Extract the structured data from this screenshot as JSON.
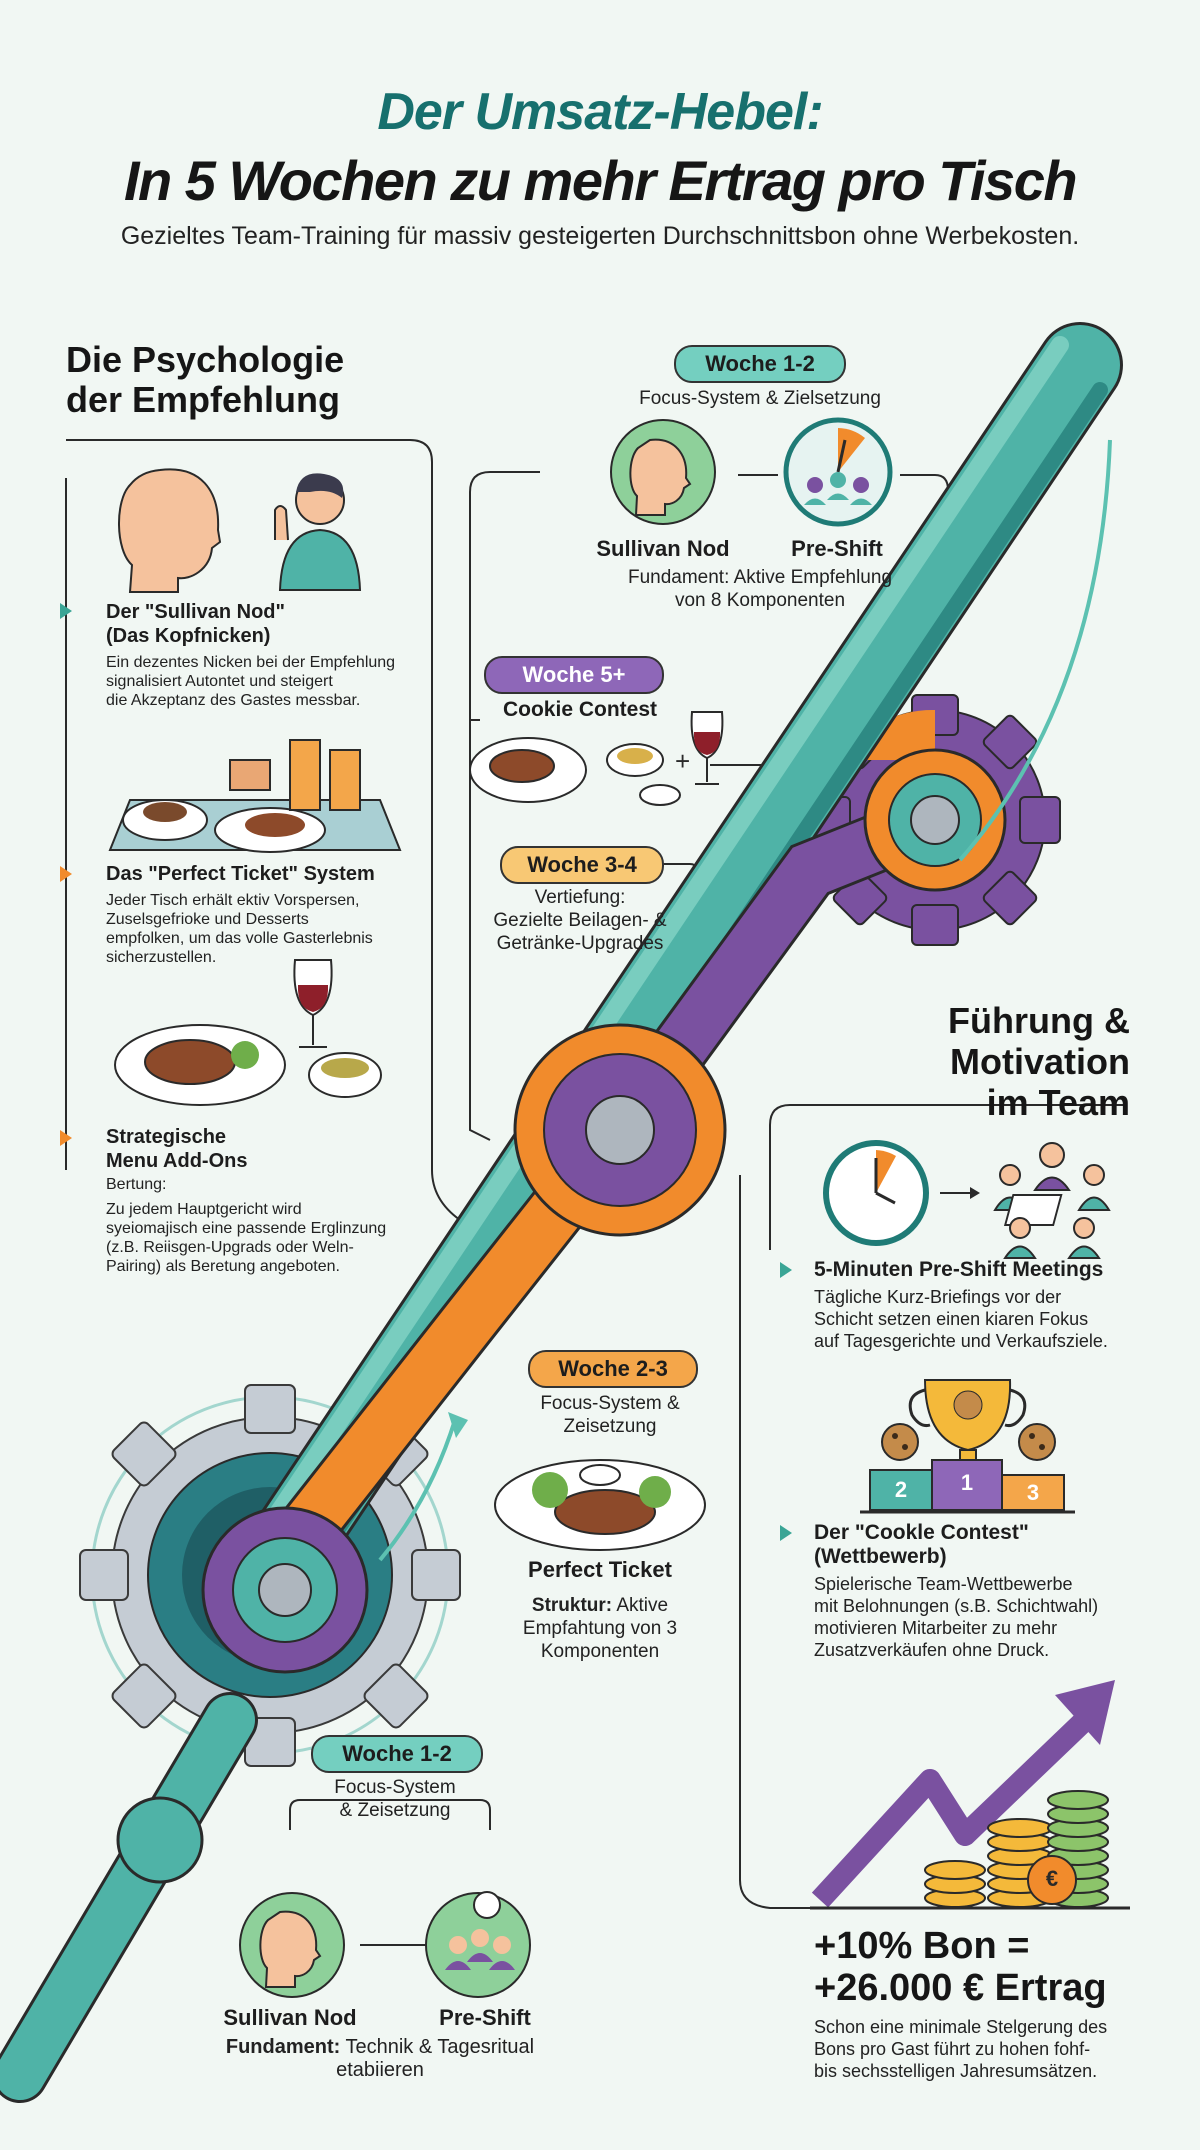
{
  "header": {
    "title_line1": "Der Umsatz-Hebel:",
    "title_line2": "In 5 Wochen zu mehr Ertrag pro Tisch",
    "subtitle": "Gezieltes Team-Training für massiv gesteigerten Durchschnittsbon ohne Werbekosten."
  },
  "left": {
    "heading": [
      "Die Psychologie",
      "der Empfehlung"
    ],
    "items": [
      {
        "title": [
          "Der \"Sullivan Nod\"",
          "(Das Kopfnicken)"
        ],
        "desc": [
          "Ein dezentes Nicken bei der Empfehlung",
          "signalisiert Autontet und steigert",
          "die Akzeptanz des Gastes messbar."
        ]
      },
      {
        "title": [
          "Das \"Perfect Ticket\" System"
        ],
        "desc": [
          "Jeder Tisch erhält ektiv Vorspersen,",
          "Zuselsgefrioke und Desserts",
          "empfolken, um das volle Gasterlebnis",
          "sicherzustellen."
        ]
      },
      {
        "title": [
          "Strategische",
          "Menu Add-Ons"
        ],
        "desc": [
          "Bertung:",
          "Zu jedem Hauptgericht wird",
          "syeiomajisch eine passende Erglinzung",
          "(z.B. Reiisgen-Upgrads oder Weln-",
          "Pairing) als Beretung angeboten."
        ]
      }
    ]
  },
  "timeline": {
    "week12_top": {
      "pill": "Woche 1-2",
      "caption": "Focus-System & Zielsetzung",
      "label_a": "Sullivan Nod",
      "label_b": "Pre-Shift",
      "desc": [
        "Fundament: Aktive Empfehlung",
        "von 8 Komponenten"
      ]
    },
    "week5": {
      "pill": "Woche 5+",
      "caption": "Cookie Contest"
    },
    "week34": {
      "pill": "Woche 3-4",
      "desc": [
        "Vertiefung:",
        "Gezielte Beilagen- &",
        "Getränke-Upgrades"
      ]
    },
    "week23": {
      "pill": "Woche 2-3",
      "caption": [
        "Focus-System &",
        "Zeisetzung"
      ],
      "label": "Perfect Ticket",
      "desc_bold": "Struktur:",
      "desc": [
        " Aktive",
        "Empfahtung von 3",
        "Komponenten"
      ]
    },
    "week12_bottom": {
      "pill": "Woche 1-2",
      "caption": [
        "Focus-System",
        "& Zeisetzung"
      ],
      "label_a": "Sullivan Nod",
      "label_b": "Pre-Shift",
      "desc_bold": "Fundament:",
      "desc": [
        " Technik & Tagesritual",
        "etabiieren"
      ]
    }
  },
  "right": {
    "heading": [
      "Führung &",
      "Motivation",
      "im Team"
    ],
    "items": [
      {
        "title": [
          "5-Minuten Pre-Shift Meetings"
        ],
        "desc": [
          "Tägliche Kurz-Briefings vor der",
          "Schicht setzen einen kiaren Fokus",
          "auf Tagesgerichte und Verkaufsziele."
        ]
      },
      {
        "title": [
          "Der \"Cookle Contest\"",
          "(Wettbewerb)"
        ],
        "desc": [
          "Spielerische Team-Wettbewerbe",
          "mit Belohnungen (s.B. Schichtwahl)",
          "motivieren Mitarbeiter zu mehr",
          "Zusatzverkäufen ohne Druck."
        ]
      }
    ],
    "podium": [
      "2",
      "1",
      "3"
    ]
  },
  "result": {
    "headline": [
      "+10% Bon =",
      "+26.000 € Ertrag"
    ],
    "desc": [
      "Schon eine minimale Stelgerung des",
      "Bons pro Gast führt zu hohen fohf-",
      "bis sechsstelligen Jahresumsätzen."
    ],
    "coin_symbol": "€"
  },
  "colors": {
    "teal": "#4fb3a7",
    "dark_teal": "#1f7b76",
    "purple": "#7a51a0",
    "orange": "#f18b2c",
    "background": "#f1f7f3"
  },
  "icons": [
    "head-icon",
    "waving-person-icon",
    "clock-icon",
    "team-meeting-icon",
    "trophy-icon",
    "cookie-icon",
    "growth-arrow-icon",
    "coin-stack-icon",
    "steak-plate-icon",
    "wine-glass-icon",
    "gear-icon"
  ]
}
